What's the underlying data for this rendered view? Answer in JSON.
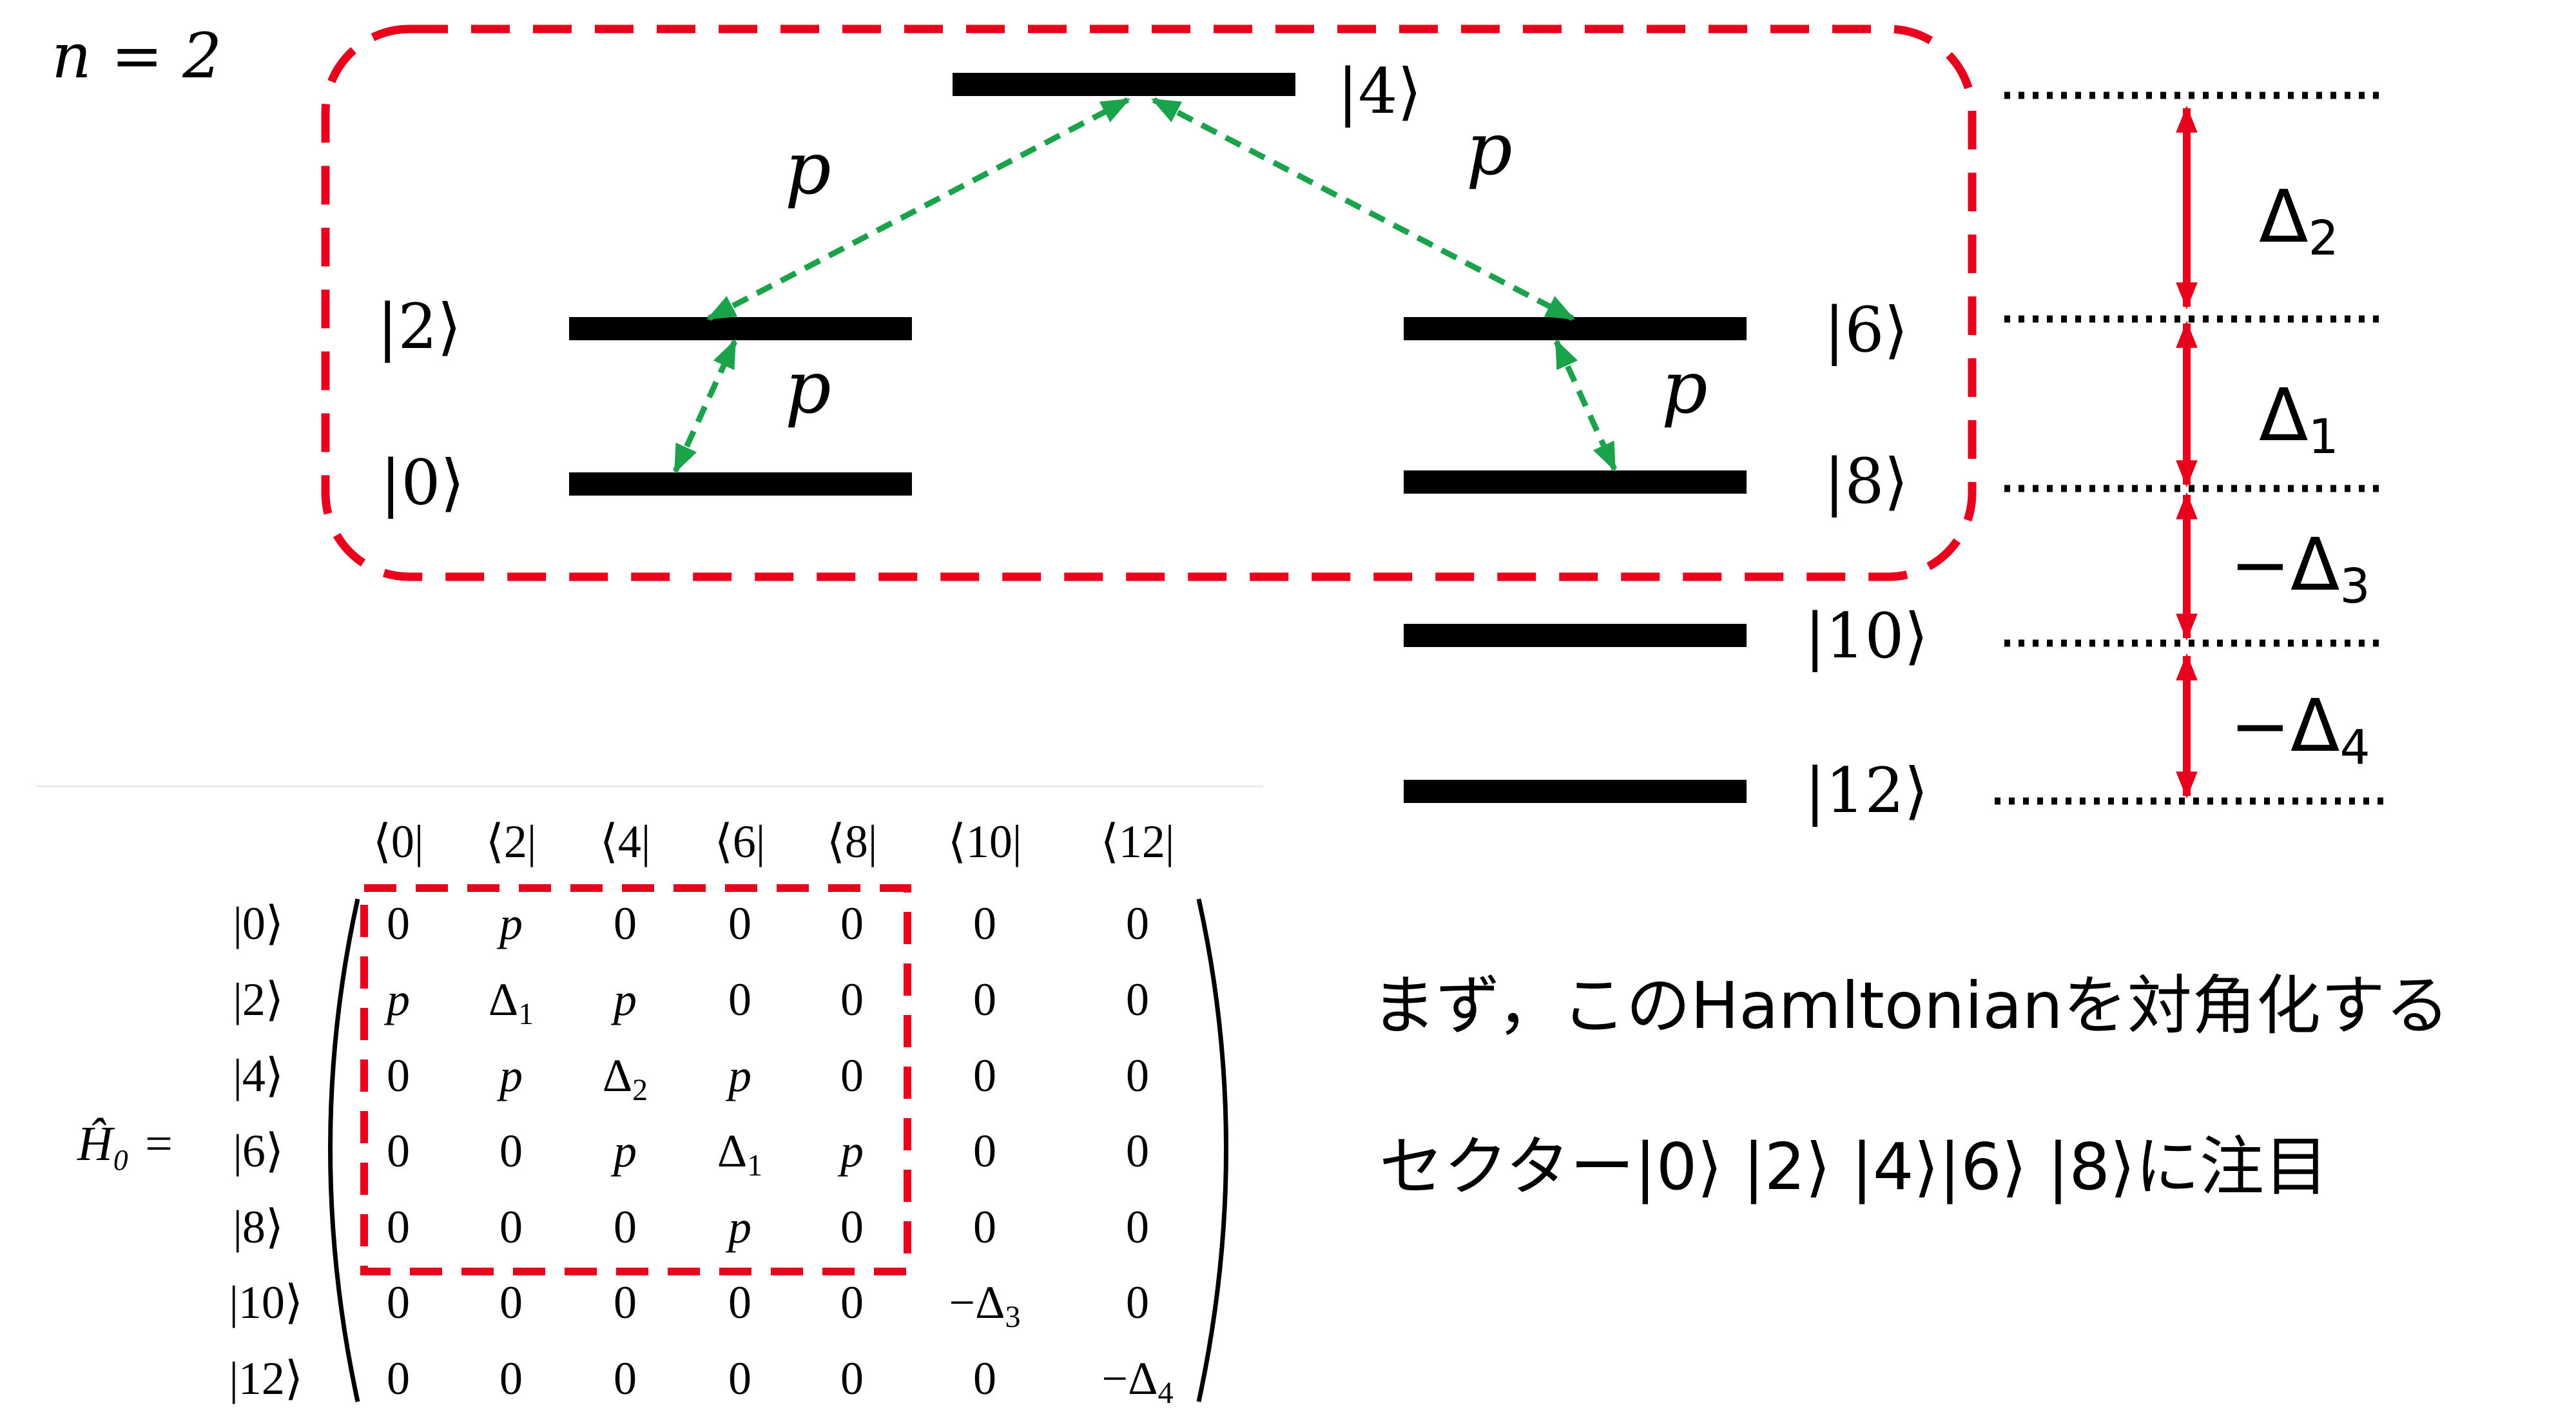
{
  "diagram": {
    "n_label": "n = 2",
    "coupling_label": "p",
    "levels": [
      {
        "label": "|4⟩"
      },
      {
        "label": "|2⟩"
      },
      {
        "label": "|0⟩"
      },
      {
        "label": "|6⟩"
      },
      {
        "label": "|8⟩"
      },
      {
        "label": "|10⟩"
      },
      {
        "label": "|12⟩"
      }
    ],
    "gaps": [
      {
        "base": "Δ",
        "sub": "2",
        "sign": ""
      },
      {
        "base": "Δ",
        "sub": "1",
        "sign": ""
      },
      {
        "base": "Δ",
        "sub": "3",
        "sign": "−"
      },
      {
        "base": "Δ",
        "sub": "4",
        "sign": "−"
      }
    ],
    "colors": {
      "level": "#000000",
      "coupling_arrow": "#1aa34a",
      "gap_arrow": "#e8001c",
      "highlight_box": "#e8001c",
      "dotted": "#000000"
    }
  },
  "matrix": {
    "lhs": "Ĥ₀ =",
    "col_headers": [
      "⟨0|",
      "⟨2|",
      "⟨4|",
      "⟨6|",
      "⟨8|",
      "⟨10|",
      "⟨12|"
    ],
    "row_headers": [
      "|0⟩",
      "|2⟩",
      "|4⟩",
      "|6⟩",
      "|8⟩",
      "|10⟩",
      "|12⟩"
    ],
    "rows": [
      [
        "0",
        "p",
        "0",
        "0",
        "0",
        "0",
        "0"
      ],
      [
        "p",
        "Δ1",
        "p",
        "0",
        "0",
        "0",
        "0"
      ],
      [
        "0",
        "p",
        "Δ2",
        "p",
        "0",
        "0",
        "0"
      ],
      [
        "0",
        "0",
        "p",
        "Δ1",
        "p",
        "0",
        "0"
      ],
      [
        "0",
        "0",
        "0",
        "p",
        "0",
        "0",
        "0"
      ],
      [
        "0",
        "0",
        "0",
        "0",
        "0",
        "−Δ3",
        "0"
      ],
      [
        "0",
        "0",
        "0",
        "0",
        "0",
        "0",
        "−Δ4"
      ]
    ]
  },
  "notes": {
    "line1": "まず，このHamltonianを対角化する",
    "line2": "セクター|0⟩ |2⟩ |4⟩|6⟩ |8⟩に注目"
  }
}
